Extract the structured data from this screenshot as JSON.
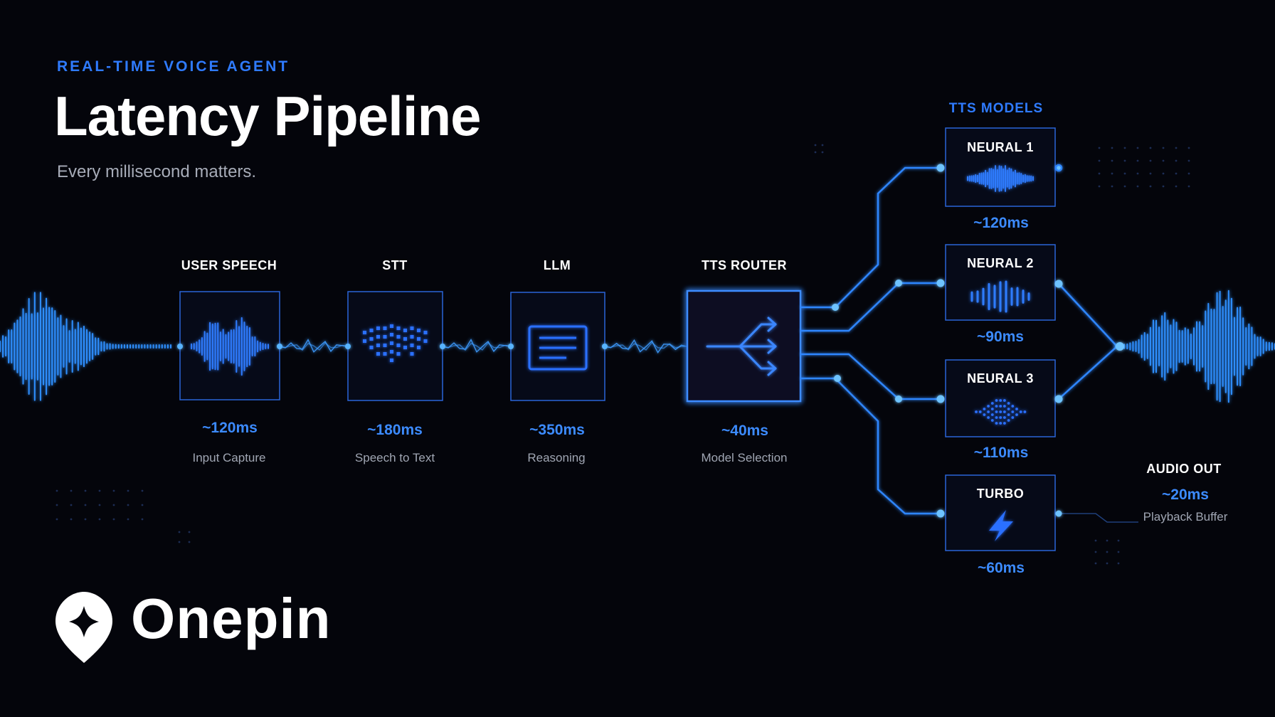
{
  "header": {
    "eyebrow": "REAL-TIME VOICE AGENT",
    "title": "Latency Pipeline",
    "subtitle": "Every millisecond matters."
  },
  "pipeline": [
    {
      "label": "USER SPEECH",
      "latency": "~120ms",
      "desc": "Input Capture",
      "icon": "waveform-icon"
    },
    {
      "label": "STT",
      "latency": "~180ms",
      "desc": "Speech to Text",
      "icon": "dot-matrix-icon"
    },
    {
      "label": "LLM",
      "latency": "~350ms",
      "desc": "Reasoning",
      "icon": "text-lines-icon"
    },
    {
      "label": "TTS ROUTER",
      "latency": "~40ms",
      "desc": "Model Selection",
      "icon": "split-arrows-icon"
    }
  ],
  "tts": {
    "heading": "TTS MODELS",
    "models": [
      {
        "label": "NEURAL 1",
        "latency": "~120ms",
        "icon": "dense-waveform-icon"
      },
      {
        "label": "NEURAL 2",
        "latency": "~90ms",
        "icon": "bar-waveform-icon"
      },
      {
        "label": "NEURAL 3",
        "latency": "~110ms",
        "icon": "dotted-waveform-icon"
      },
      {
        "label": "TURBO",
        "latency": "~60ms",
        "icon": "lightning-icon"
      }
    ]
  },
  "output": {
    "label": "AUDIO OUT",
    "latency": "~20ms",
    "desc": "Playback Buffer"
  },
  "brand": {
    "name": "Onepin",
    "icon": "location-pin-icon"
  },
  "colors": {
    "background": "#04050b",
    "accent": "#2f7bff",
    "glow": "#3aa0ff",
    "text_muted": "#a0a6b3"
  }
}
